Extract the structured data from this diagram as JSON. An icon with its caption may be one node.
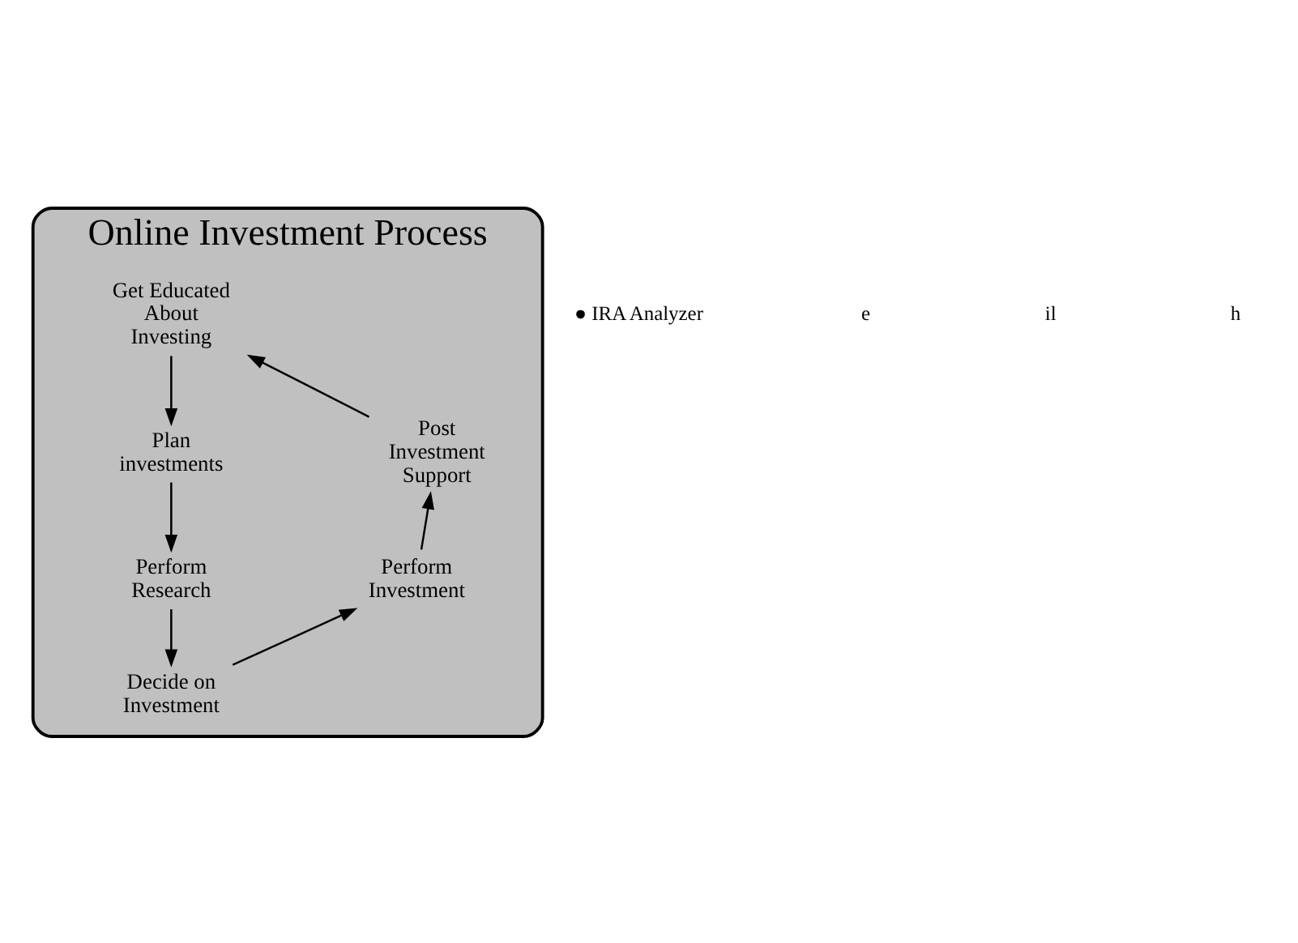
{
  "diagram": {
    "nodes": [
      {
        "text": [
          "Online Investment Process"
        ]
      },
      {
        "text": [
          "Get Educated About Investing"
        ],
        "in": 0
      },
      {
        "text": [
          "Plan investments"
        ],
        "in": 0
      },
      {
        "text": [
          "Perform Research"
        ],
        "in": 0
      },
      {
        "text": [
          "Decide on Investment"
        ],
        "in": 0
      },
      {
        "text": [
          "Perform Investment"
        ],
        "in": 0
      },
      {
        "text": [
          "Post Investment Support"
        ],
        "in": 0
      }
    ],
    "edges": [
      {
        "from": 1,
        "to": 2,
        "arrow": "to"
      },
      {
        "from": 2,
        "to": 3,
        "arrow": "to"
      },
      {
        "from": 3,
        "to": 4,
        "arrow": "to"
      },
      {
        "from": 4,
        "to": 5,
        "arrow": "to"
      },
      {
        "from": 5,
        "to": 6,
        "arrow": "to"
      },
      {
        "from": 6,
        "to": 1,
        "arrow": "to"
      }
    ],
    "labels": [
      "● IRA Analyzer",
      "e",
      "il",
      "h"
    ]
  }
}
